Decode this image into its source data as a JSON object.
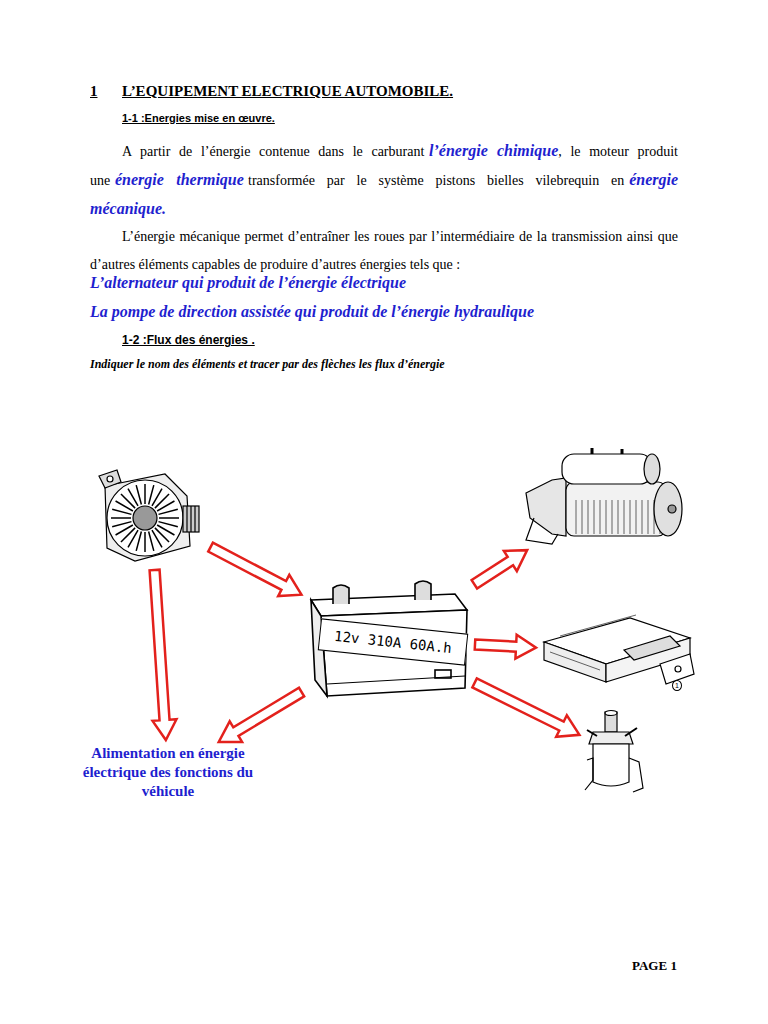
{
  "diagram": {
    "title": "L’EQUIPEMENT ELECTRIQUE AUTOMOBILE.",
    "nodes": [
      {
        "text": []
      },
      {
        "text": []
      },
      {
        "text": [
          "12v 310A 60A.h"
        ]
      },
      {
        "text": []
      },
      {
        "text": []
      },
      {
        "text": [
          "Alimentation en énergie électrique des fonctions du véhicule"
        ]
      }
    ],
    "edges": [
      {
        "from": 0,
        "to": 2,
        "arrow": "to"
      },
      {
        "from": 0,
        "to": 5,
        "arrow": "to"
      },
      {
        "from": 2,
        "to": 1,
        "arrow": "to"
      },
      {
        "from": 2,
        "to": 3,
        "arrow": "to"
      },
      {
        "from": 2,
        "to": 4,
        "arrow": "to"
      },
      {
        "from": 2,
        "to": 5,
        "arrow": "to"
      }
    ],
    "labels": [
      "1",
      "1-1 :Energies mise en œuvre.",
      "A partir de l’énergie contenue dans le carburant",
      "l’énergie chimique",
      ", le moteur produit une",
      "énergie thermique",
      "transformée par le système pistons bielles vilebrequin en",
      "énergie mécanique.",
      "L’énergie mécanique permet d’entraîner les roues par l’intermédiaire de la transmission ainsi que d’autres éléments capables de produire d’autres énergies tels que :",
      "L’alternateur qui produit de l’énergie électrique",
      "La pompe de direction assistée qui produit de l’énergie hydraulique",
      "1-2 :Flux des énergies .",
      "Indiquer le nom des éléments et tracer par des flèches les flux d’énergie",
      "1",
      "PAGE 1"
    ]
  }
}
